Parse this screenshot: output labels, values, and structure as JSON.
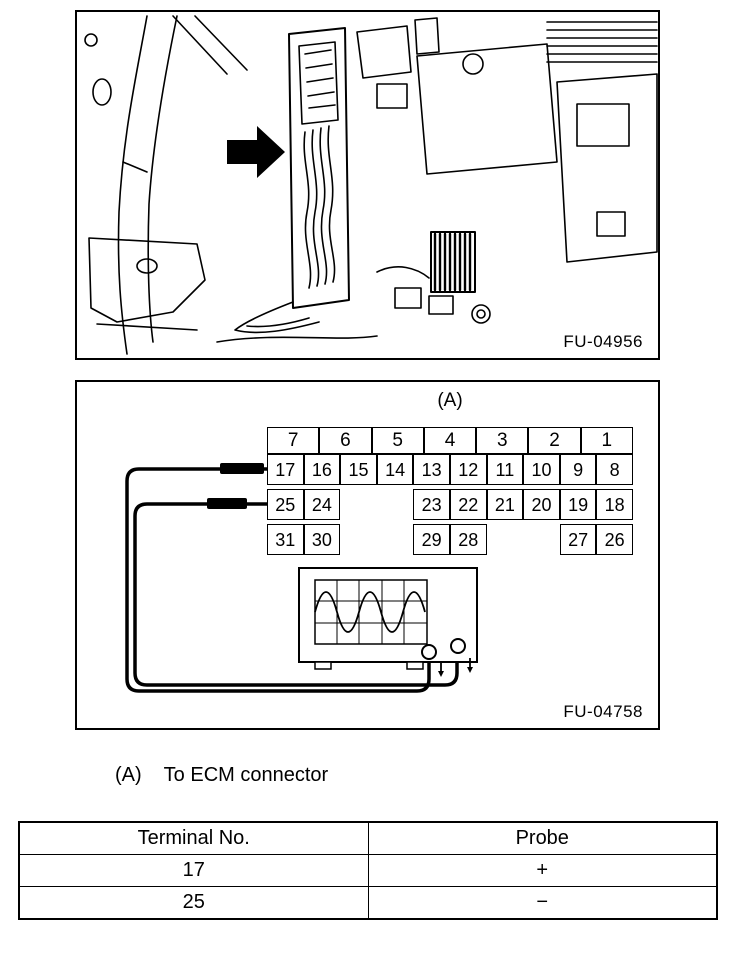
{
  "figure1": {
    "code": "FU-04956"
  },
  "figure2": {
    "code": "FU-04758",
    "connector_label": "(A)",
    "pins": {
      "row1": [
        "7",
        "6",
        "5",
        "4",
        "3",
        "2",
        "1"
      ],
      "row2": [
        "17",
        "16",
        "15",
        "14",
        "13",
        "12",
        "11",
        "10",
        "9",
        "8"
      ],
      "row3": [
        "25",
        "24",
        "23",
        "22",
        "21",
        "20",
        "19",
        "18"
      ],
      "row4": [
        "31",
        "30",
        "29",
        "28",
        "27",
        "26"
      ]
    }
  },
  "caption": {
    "marker": "(A)",
    "text": "To ECM connector"
  },
  "table": {
    "headers": [
      "Terminal No.",
      "Probe"
    ],
    "rows": [
      [
        "17",
        "+"
      ],
      [
        "25",
        "−"
      ]
    ]
  }
}
